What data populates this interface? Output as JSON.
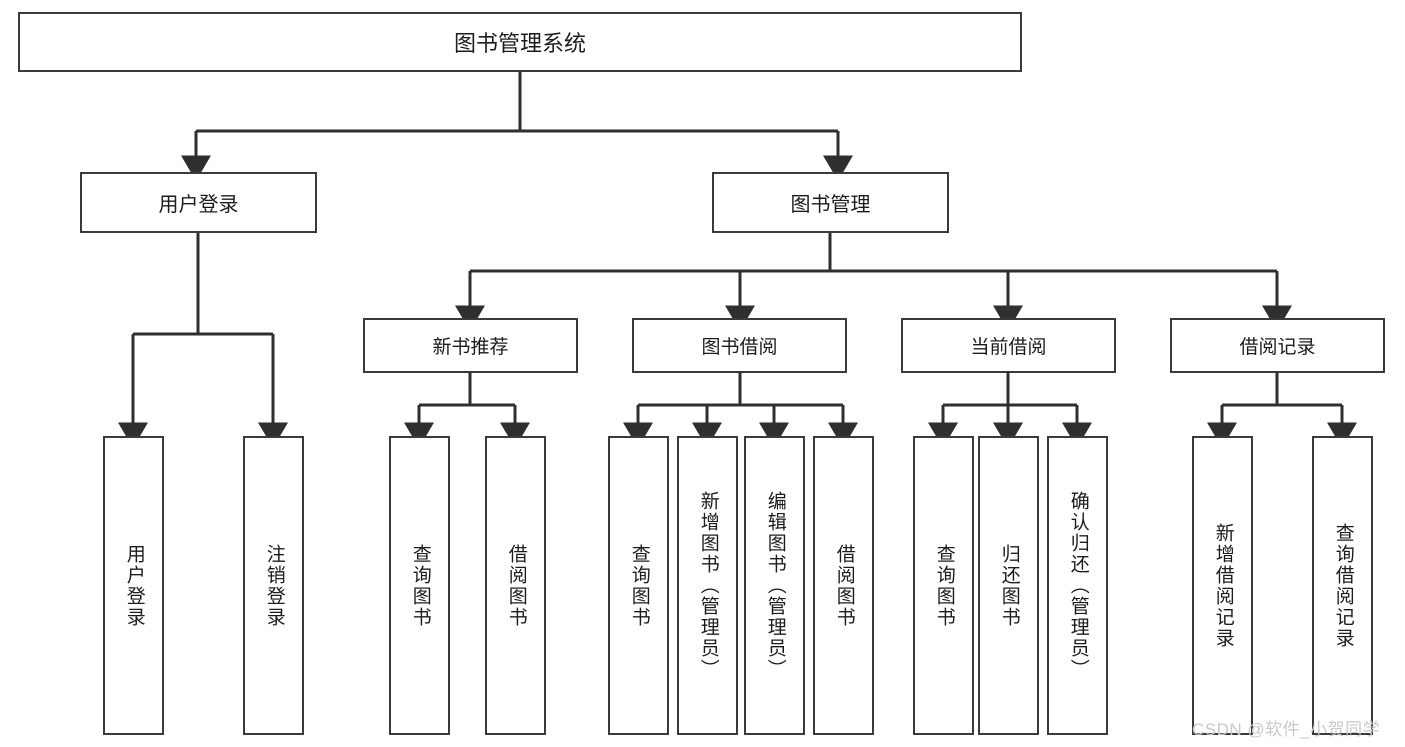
{
  "diagram": {
    "type": "tree-hierarchy-chart",
    "title": "图书管理系统",
    "root": {
      "label": "图书管理系统"
    },
    "level2": [
      {
        "label": "用户登录"
      },
      {
        "label": "图书管理"
      }
    ],
    "level3": [
      {
        "label": "新书推荐"
      },
      {
        "label": "图书借阅"
      },
      {
        "label": "当前借阅"
      },
      {
        "label": "借阅记录"
      }
    ],
    "leaves": {
      "user_login": [
        {
          "label": "用户登录"
        },
        {
          "label": "注销登录"
        }
      ],
      "new_book_recommend": [
        {
          "label": "查询图书"
        },
        {
          "label": "借阅图书"
        }
      ],
      "book_borrow": [
        {
          "label": "查询图书"
        },
        {
          "label": "新增图书（管理员）"
        },
        {
          "label": "编辑图书（管理员）"
        },
        {
          "label": "借阅图书"
        }
      ],
      "current_borrow": [
        {
          "label": "查询图书"
        },
        {
          "label": "归还图书"
        },
        {
          "label": "确认归还（管理员）"
        }
      ],
      "borrow_record": [
        {
          "label": "新增借阅记录"
        },
        {
          "label": "查询借阅记录"
        }
      ]
    },
    "colors": {
      "box_border": "#3a3a3a",
      "box_fill": "#ffffff",
      "connector": "#2f2f2f",
      "text": "#1c1c1c",
      "watermark": "#c9c9c9"
    }
  },
  "watermark": {
    "text": "CSDN @软件_小贺同学"
  }
}
